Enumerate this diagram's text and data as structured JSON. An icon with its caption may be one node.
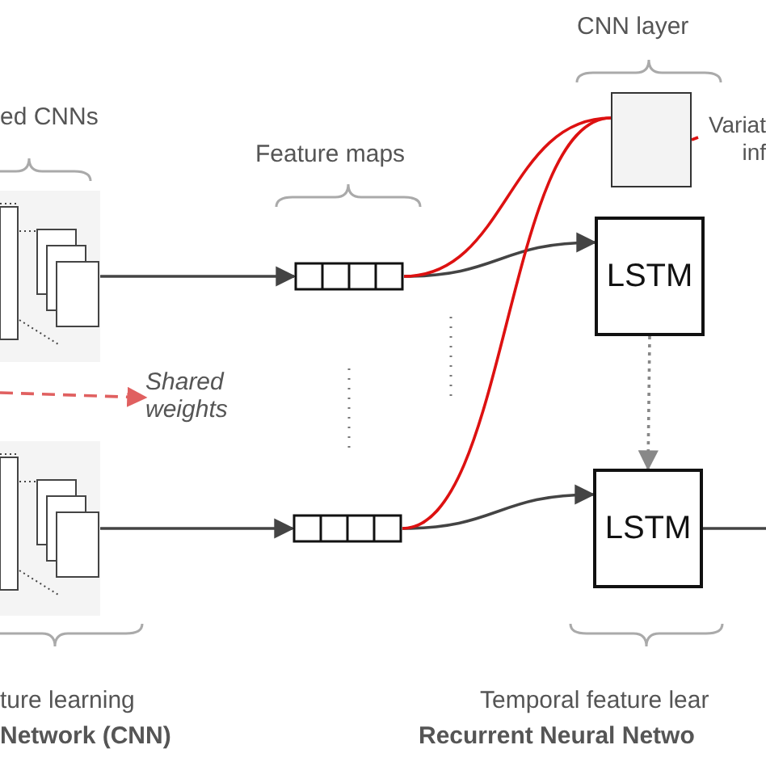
{
  "diagram": {
    "nodes": [
      {
        "text": [],
        "shape": "box",
        "beside": [
          "ed CNNs"
        ]
      },
      {
        "text": [],
        "shape": "bar",
        "beside": [
          "Feature maps"
        ]
      },
      {
        "text": [
          "LSTM"
        ]
      },
      {
        "text": [],
        "shape": "box",
        "beside": [
          "CNN layer"
        ]
      },
      {
        "text": [],
        "shape": "box",
        "beside": [
          "ture learning",
          "Network (CNN)"
        ]
      },
      {
        "text": [],
        "shape": "bar"
      },
      {
        "text": [
          "LSTM"
        ],
        "beside": [
          "Temporal feature lear",
          "Recurrent Neural Netwo"
        ]
      },
      {
        "text": [
          "Shared weights"
        ]
      },
      {
        "text": [
          "Variat inf"
        ]
      }
    ],
    "edges": [
      {
        "from": 0,
        "to": 1,
        "arrow": "to"
      },
      {
        "from": 1,
        "to": 2,
        "arrow": "to"
      },
      {
        "from": 1,
        "to": 3,
        "arrow": "none",
        "color": "#dd1111"
      },
      {
        "from": 4,
        "to": 5,
        "arrow": "to"
      },
      {
        "from": 5,
        "to": 6,
        "arrow": "to"
      },
      {
        "from": 5,
        "to": 3,
        "arrow": "none",
        "color": "#dd1111"
      },
      {
        "from": 2,
        "to": 6,
        "arrow": "to",
        "style": "dashed",
        "color": "#888888"
      },
      {
        "from": 6,
        "to": null,
        "arrow": "none"
      },
      {
        "from": 3,
        "to": 8,
        "arrow": "none",
        "color": "#dd1111"
      },
      {
        "from": null,
        "to": 7,
        "arrow": "to",
        "style": "dashed",
        "color": "#e06060"
      }
    ]
  }
}
